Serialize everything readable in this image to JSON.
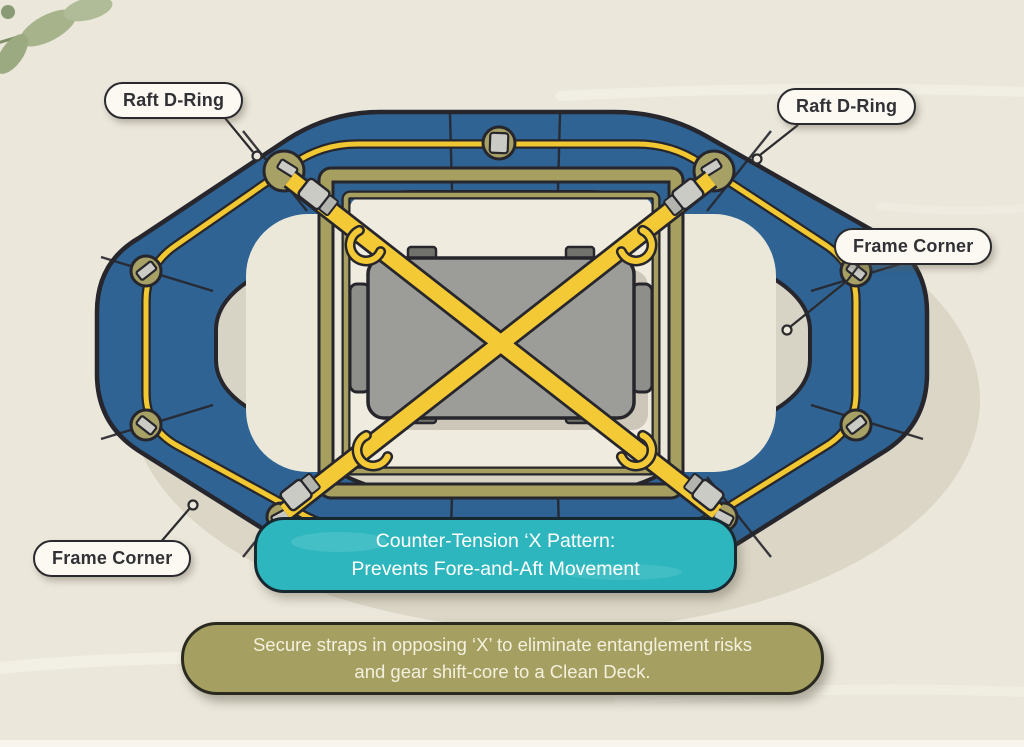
{
  "figure": {
    "callouts": [
      {
        "label": "Raft D-Ring"
      },
      {
        "label": "Raft D-Ring"
      },
      {
        "label": "Frame Corner"
      },
      {
        "label": "Frame Corner"
      }
    ],
    "caption_banner": {
      "line1": "Counter-Tension ‘X Pattern:",
      "line2": "Prevents Fore-and-Aft Movement"
    },
    "note_banner": {
      "line1": "Secure straps in opposing ‘X’ to eliminate entanglement risks",
      "line2": "and gear shift-core to a Clean Deck."
    },
    "colors": {
      "bg": "#ebe7db",
      "ink": "#26262c",
      "tube_blue": "#2e6394",
      "rope_yellow": "#f1c832",
      "strap_yellow": "#f3ca36",
      "frame_olive": "#a79f60",
      "mount_olive": "#a8a165",
      "interior": "#d7d3c5",
      "deck": "#ebe8da",
      "cooler_gray": "#9c9c98",
      "hardware_gray": "#cbcbc6",
      "pill_bg": "#fbf9f2",
      "teal": "#2eb6be",
      "olive": "#a5a061",
      "teal_text": "#ffffff",
      "olive_text": "#f4f0de"
    }
  }
}
